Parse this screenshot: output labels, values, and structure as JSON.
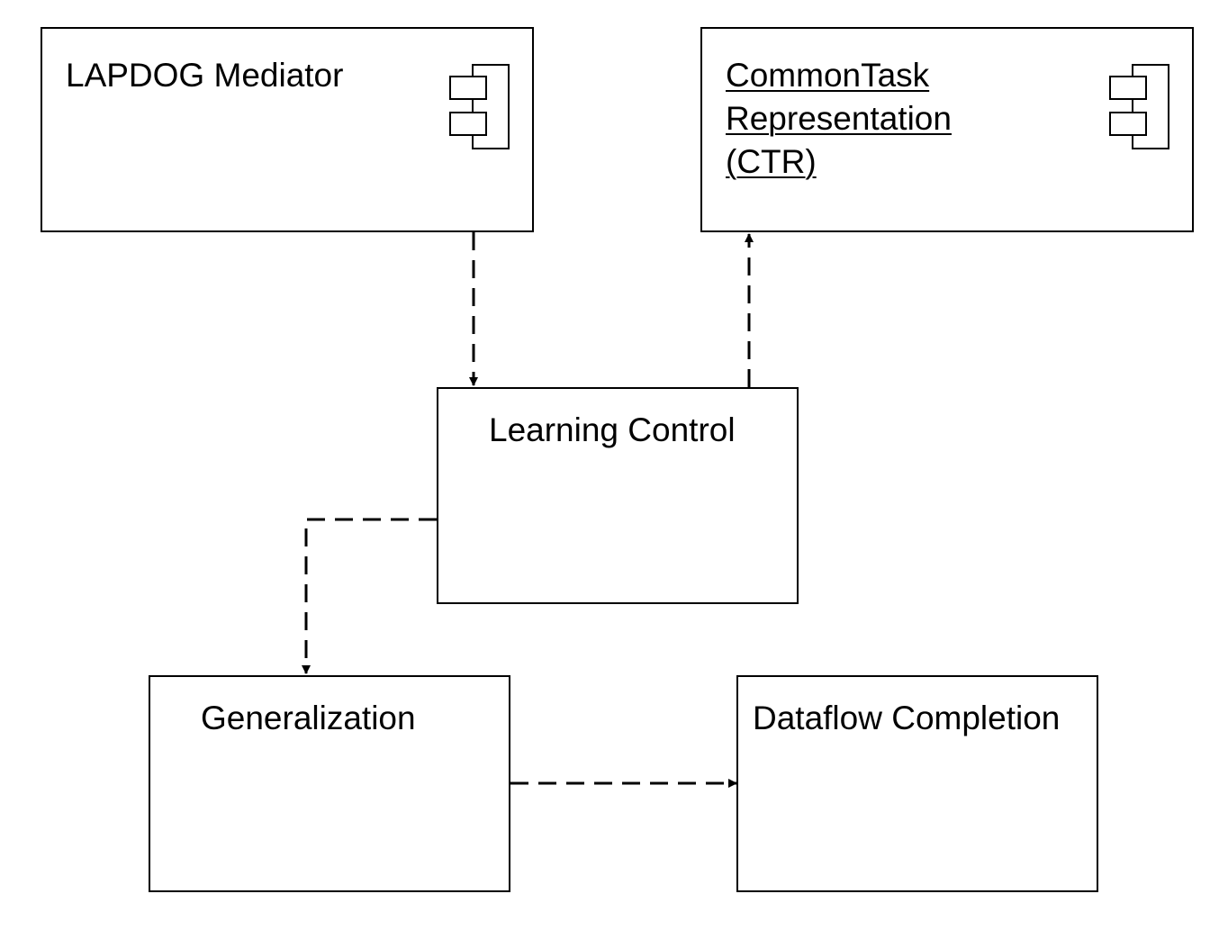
{
  "boxes": {
    "lapdog": {
      "label": "LAPDOG Mediator",
      "icon": "uml-component-icon"
    },
    "ctr": {
      "lines": [
        "CommonTask",
        "Representation",
        "(CTR)"
      ],
      "icon": "uml-component-icon"
    },
    "learning": {
      "label": "Learning Control"
    },
    "generalization": {
      "label": "Generalization"
    },
    "dataflow": {
      "label": "Dataflow Completion"
    }
  },
  "connectors": [
    {
      "from": "lapdog",
      "to": "learning",
      "style": "dashed"
    },
    {
      "from": "learning",
      "to": "ctr",
      "style": "dashed"
    },
    {
      "from": "learning",
      "to": "generalization",
      "style": "dashed"
    },
    {
      "from": "generalization",
      "to": "dataflow",
      "style": "dashed"
    }
  ]
}
